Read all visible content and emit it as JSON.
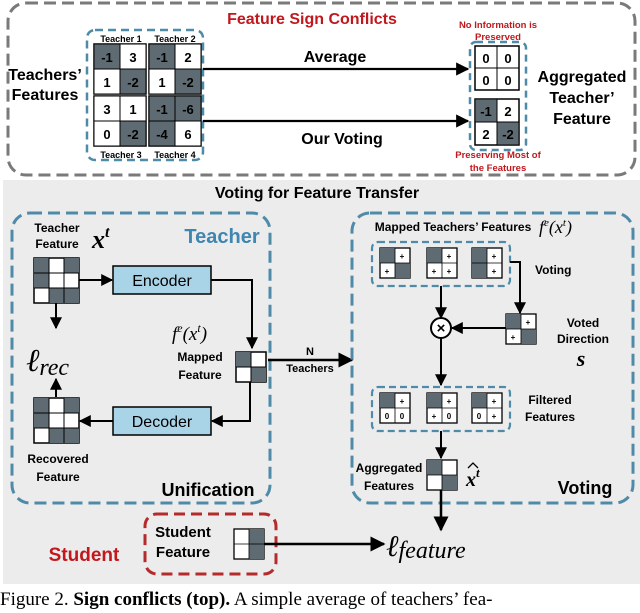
{
  "top_panel": {
    "title": "Feature Sign Conflicts",
    "teachers_label_1": "Teachers’",
    "teachers_label_2": "Features",
    "teacher_1": "Teacher 1",
    "teacher_2": "Teacher 2",
    "teacher_3": "Teacher 3",
    "teacher_4": "Teacher 4",
    "matrix_t1": [
      "-1",
      "3",
      "1",
      "-2"
    ],
    "matrix_t2": [
      "-1",
      "2",
      "1",
      "-2"
    ],
    "matrix_t3": [
      "3",
      "1",
      "0",
      "-2"
    ],
    "matrix_t4": [
      "-1",
      "-6",
      "-4",
      "6"
    ],
    "average_label": "Average",
    "voting_label": "Our Voting",
    "average_result": [
      "0",
      "0",
      "0",
      "0"
    ],
    "voting_result": [
      "-1",
      "2",
      "2",
      "-2"
    ],
    "no_info_1": "No Information is",
    "no_info_2": "Preserved",
    "preserving_1": "Preserving Most of",
    "preserving_2": "the Features",
    "aggregated_1": "Aggregated",
    "aggregated_2": "Teacher’",
    "aggregated_3": "Feature"
  },
  "bottom_panel": {
    "title": "Voting for Feature Transfer",
    "teacher_title": "Teacher",
    "teacher_feature_1": "Teacher",
    "teacher_feature_2": "Feature",
    "xt_symbol": "x",
    "xt_sup": "t",
    "encoder": "Encoder",
    "decoder": "Decoder",
    "lrec_l": "ℓ",
    "lrec_sub": "rec",
    "fe_symbol": "f",
    "fe_sup": "e",
    "fe_arg": "(x",
    "fe_arg_sup": "t",
    "fe_close": ")",
    "mapped_feature_1": "Mapped",
    "mapped_feature_2": "Feature",
    "recovered_1": "Recovered",
    "recovered_2": "Feature",
    "unification": "Unification",
    "n_label": "N",
    "teachers_label": "Teachers",
    "mapped_teachers_features": "Mapped Teachers’ Features",
    "voting_small": "Voting",
    "voted_1": "Voted",
    "voted_2": "Direction",
    "s_symbol": "s",
    "filtered_1": "Filtered",
    "filtered_2": "Features",
    "aggregated_1": "Aggregated",
    "aggregated_2": "Features",
    "xhat_symbol": "x",
    "xhat_sup": "t",
    "voting_title": "Voting",
    "times_symbol": "×",
    "cell_marks": [
      "+",
      "-"
    ],
    "filtered_zero": "0"
  },
  "student": {
    "label": "Student",
    "feature_1": "Student",
    "feature_2": "Feature",
    "lfeature_l": "ℓ",
    "lfeature_sub": "feature"
  },
  "caption": {
    "prefix": "Figure 2.",
    "bold": "Sign conflicts (top).",
    "rest": "A simple average of teachers’ fea-"
  },
  "colors": {
    "gray_dash": "#7a7a7a",
    "blue_dash": "#4f8ba8",
    "red_dash": "#b52a2a",
    "red_text": "#c0181c",
    "teacher_blue": "#3f86b0",
    "box_fill": "#a9d3e6",
    "dark_cell": "#5f6b72",
    "panel_bg": "#ececec"
  }
}
